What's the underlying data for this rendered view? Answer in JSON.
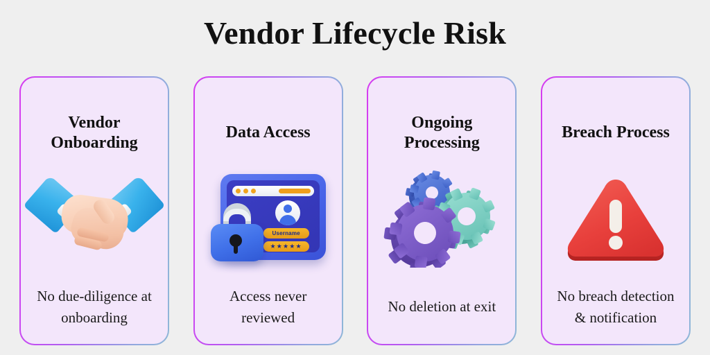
{
  "poster": {
    "title": "Vendor Lifecycle Risk",
    "background_color": "#efefef",
    "card_fill_color": "#f3e6fb",
    "card_border_gradient": [
      "#d63cf0",
      "#8fb6d8"
    ]
  },
  "cards": [
    {
      "heading": "Vendor Onboarding",
      "caption": "No due-diligence at onboarding",
      "icon": "handshake-icon",
      "icon_colors": {
        "sleeve": "#39b2ec",
        "cuff": "#ffffff",
        "hand": "#f8cdb4"
      }
    },
    {
      "heading": "Data Access",
      "caption": "Access never reviewed",
      "icon": "login-window-lock-icon",
      "window": {
        "dots": 3,
        "username_label": "Username",
        "password_mask": "★★★★★"
      },
      "icon_colors": {
        "frame": "#4763e8",
        "screen": "#3335b4",
        "accent": "#ef9f1c",
        "lock_body": "#3f6fe8",
        "lock_shackle": "#cfd6dc"
      }
    },
    {
      "heading": "Ongoing Processing",
      "caption": "No deletion at exit",
      "icon": "gears-icon",
      "icon_colors": {
        "large_gear": "#7c5bc4",
        "medium_gear": "#7dcfc4",
        "small_gear": "#4a6fd4"
      }
    },
    {
      "heading": "Breach Process",
      "caption": "No breach detection & notification",
      "icon": "warning-triangle-icon",
      "icon_colors": {
        "triangle": "#e8403c",
        "triangle_shadow": "#c52a2a",
        "mark": "#f4efe9"
      }
    }
  ]
}
